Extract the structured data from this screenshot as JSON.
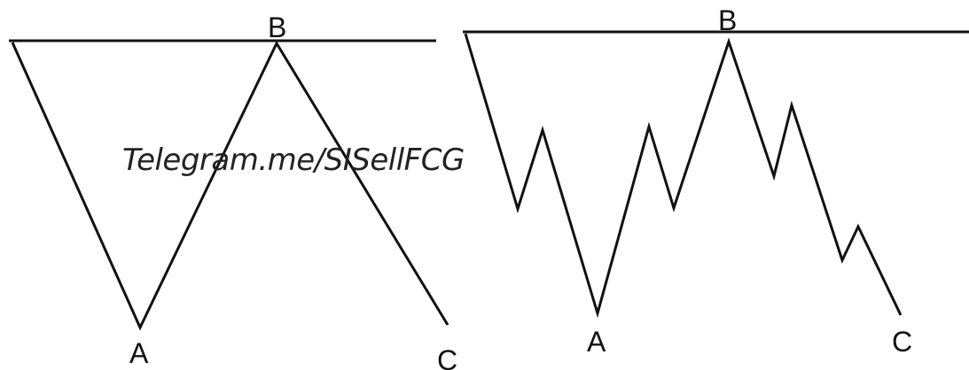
{
  "diagrams": [
    {
      "id": "left",
      "labels": {
        "a": "A",
        "b": "B",
        "c": "C"
      }
    },
    {
      "id": "right",
      "labels": {
        "a": "A",
        "b": "B",
        "c": "C"
      }
    }
  ],
  "watermark": "Telegram.me/SISellFCG",
  "colors": {
    "stroke": "#111111",
    "background": "#ffffff"
  }
}
